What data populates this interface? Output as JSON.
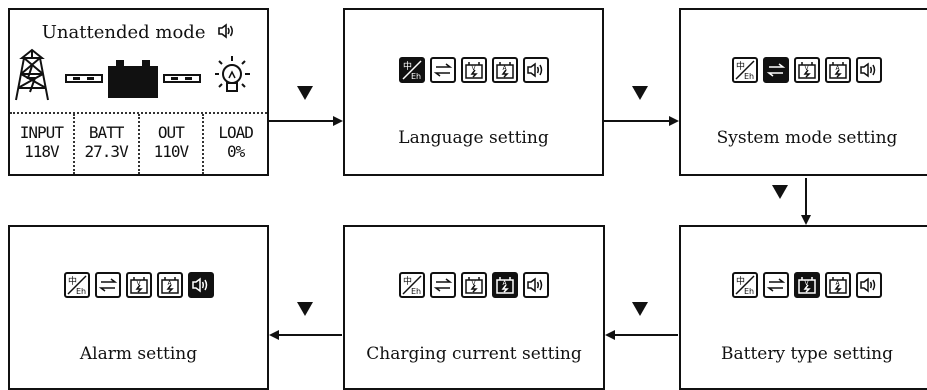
{
  "status_panel": {
    "title": "Unattended mode",
    "icons": [
      "speaker-icon",
      "tower-icon",
      "battery-icon",
      "bulb-icon"
    ],
    "cells": [
      {
        "label": "INPUT",
        "value": "118V"
      },
      {
        "label": "BATT",
        "value": "27.3V"
      },
      {
        "label": "OUT",
        "value": "110V"
      },
      {
        "label": "LOAD",
        "value": "0%"
      }
    ]
  },
  "screens": [
    {
      "caption": "Language setting",
      "selected": "language-icon"
    },
    {
      "caption": "System mode setting",
      "selected": "system-mode-icon"
    },
    {
      "caption": "Battery type setting",
      "selected": "battery-voltage-icon"
    },
    {
      "caption": "Charging current setting",
      "selected": "charging-current-icon"
    },
    {
      "caption": "Alarm setting",
      "selected": "alarm-icon"
    }
  ],
  "icon_set": [
    "language-icon",
    "system-mode-icon",
    "battery-voltage-icon",
    "charging-current-icon",
    "alarm-icon"
  ]
}
